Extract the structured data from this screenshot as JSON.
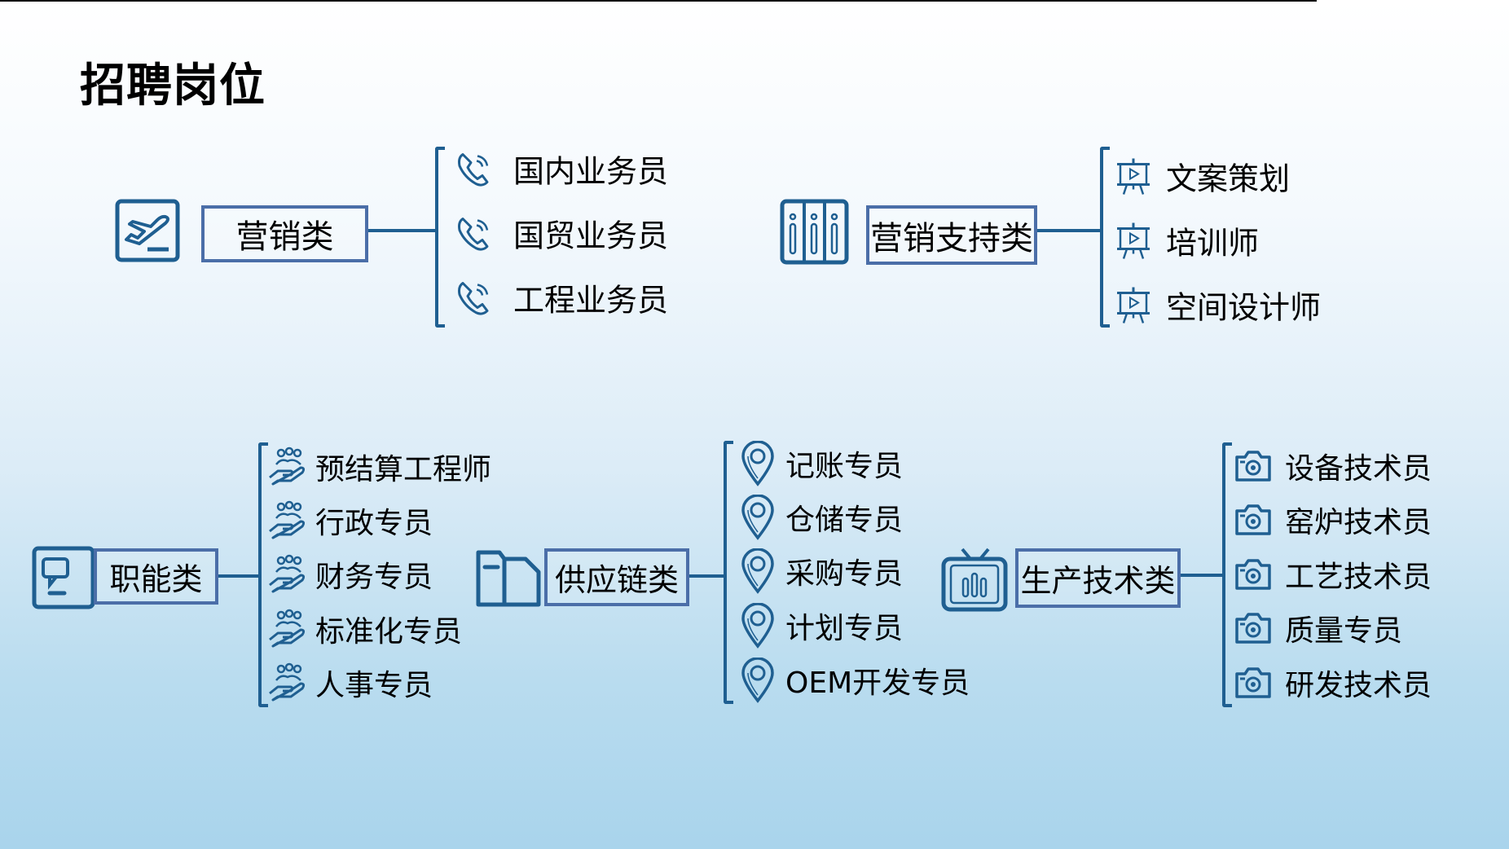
{
  "title": "招聘岗位",
  "colors": {
    "accent": "#1f5f91",
    "box_border": "#4b6ea8"
  },
  "groups": [
    {
      "label": "营销类",
      "icon": "plane-ticket-icon",
      "item_icon": "phone-icon",
      "items": [
        "国内业务员",
        "国贸业务员",
        "工程业务员"
      ]
    },
    {
      "label": "营销支持类",
      "icon": "server-icon",
      "item_icon": "presentation-easel-icon",
      "items": [
        "文案策划",
        "培训师",
        "空间设计师"
      ]
    },
    {
      "label": "职能类",
      "icon": "chat-board-icon",
      "item_icon": "team-hand-icon",
      "items": [
        "预结算工程师",
        "行政专员",
        "财务专员",
        "标准化专员",
        "人事专员"
      ]
    },
    {
      "label": "供应链类",
      "icon": "folder-icon",
      "item_icon": "map-pin-icon",
      "items": [
        "记账专员",
        "仓储专员",
        "采购专员",
        "计划专员",
        "OEM开发专员"
      ]
    },
    {
      "label": "生产技术类",
      "icon": "tv-chart-icon",
      "item_icon": "camera-icon",
      "items": [
        "设备技术员",
        "窑炉技术员",
        "工艺技术员",
        "质量专员",
        "研发技术员"
      ]
    }
  ]
}
